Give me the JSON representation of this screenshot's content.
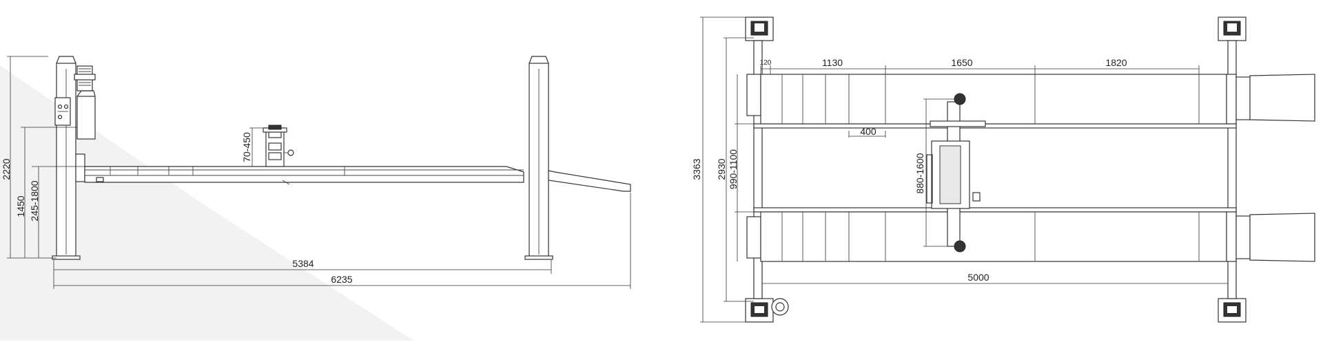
{
  "side_view": {
    "dims": {
      "height_total": "2220",
      "height_post": "1450",
      "lift_range": "245-1800",
      "jack_range": "70-450",
      "runway_length": "5384",
      "overall_length": "6235"
    }
  },
  "top_view": {
    "dims": {
      "overall_width": "3363",
      "post_spacing": "2930",
      "runway_spacing": "990-1100",
      "jack_span": "880-1600",
      "seg_1": "120",
      "seg_2": "1130",
      "seg_3": "1650",
      "seg_4": "1820",
      "jack_width": "400",
      "post_distance": "5000"
    }
  },
  "colors": {
    "line": "#333333",
    "shade": "#e9e9e9",
    "background_wedge": "#f0f0f0"
  }
}
